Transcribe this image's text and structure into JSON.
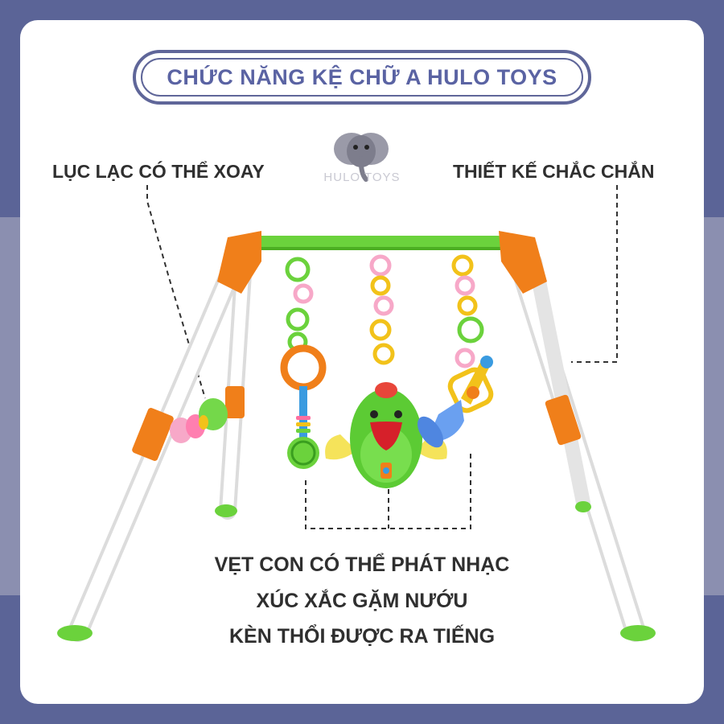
{
  "header": {
    "title": "CHỨC NĂNG KỆ CHỮ A HULO TOYS"
  },
  "logo": {
    "text": "HULO TOYS",
    "icon": "elephant-icon"
  },
  "callouts": {
    "rattle_label": "LỤC LẠC CÓ THỂ XOAY",
    "sturdy_label": "THIẾT KẾ CHẮC CHẮN"
  },
  "features": [
    "VẸT CON CÓ THỂ PHÁT NHẠC",
    "XÚC XẮC GẶM NƯỚU",
    "KÈN THỔI ĐƯỢC RA TIẾNG"
  ],
  "colors": {
    "frame_accent": "#6a71a8",
    "title_text": "#5a63a3",
    "toy_orange": "#f07f1a",
    "toy_green": "#6bd23c"
  }
}
